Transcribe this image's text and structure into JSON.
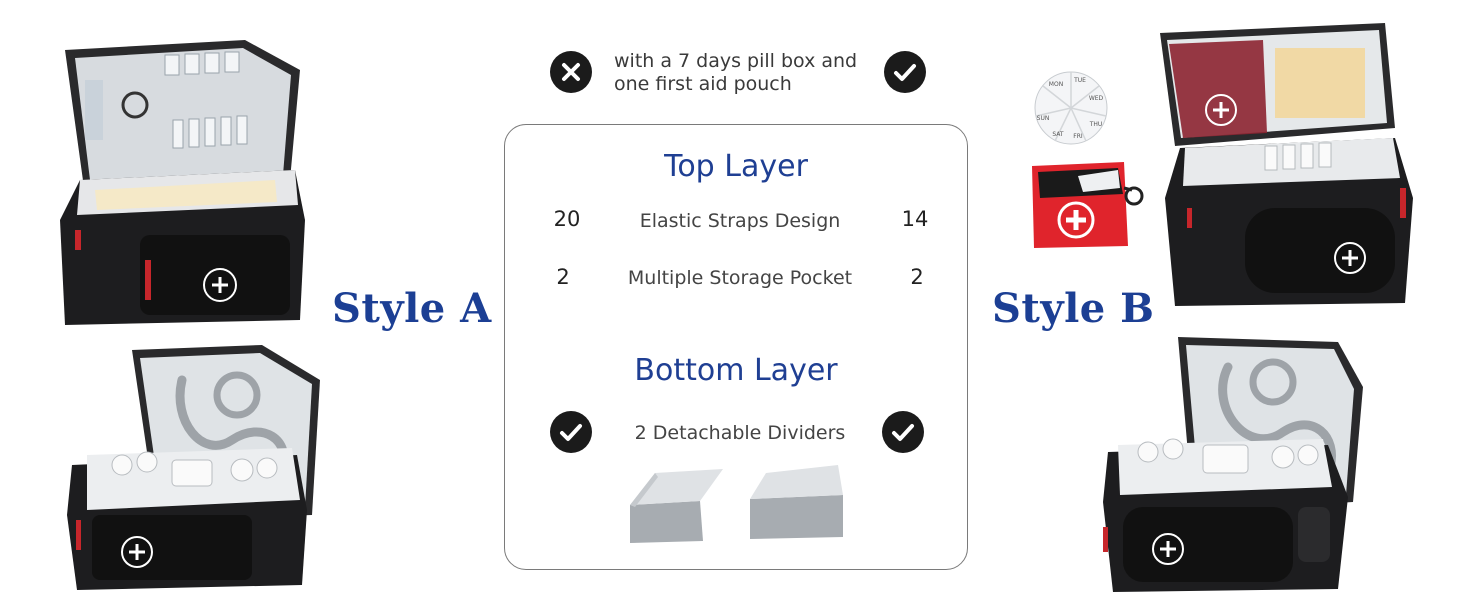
{
  "header_note": {
    "line1": "with a 7 days pill box and",
    "line2": "one first aid pouch"
  },
  "style_a": {
    "label": "Style A"
  },
  "style_b": {
    "label": "Style B"
  },
  "top_layer": {
    "title": "Top Layer",
    "rows": [
      {
        "left": "20",
        "label": "Elastic Straps Design",
        "right": "14"
      },
      {
        "left": "2",
        "label": "Multiple Storage Pocket",
        "right": "2"
      }
    ]
  },
  "bottom_layer": {
    "title": "Bottom Layer",
    "label": "2 Detachable Dividers"
  },
  "pillbox_days": [
    "MON",
    "TUE",
    "WED",
    "THU",
    "FRI",
    "SAT",
    "SUN"
  ],
  "colors": {
    "title_blue": "#1f3f93",
    "bag_black": "#1d1d1f",
    "pouch_red": "#e0242c"
  }
}
